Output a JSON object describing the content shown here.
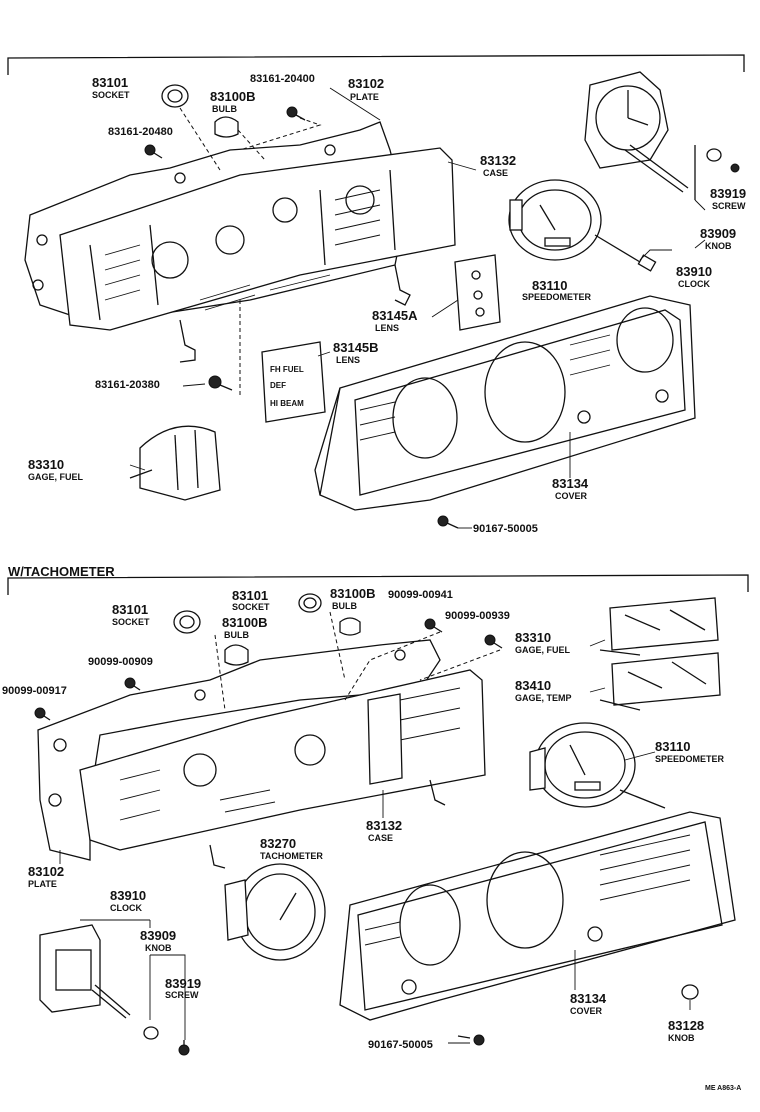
{
  "section2_title": "W/TACHOMETER",
  "footer_code": "ME A863-A",
  "lens_b_text": [
    "FH FUEL",
    "DEF",
    "HI BEAM"
  ],
  "top": {
    "socket": {
      "num": "83101",
      "name": "SOCKET"
    },
    "bulb": {
      "num": "83100B",
      "name": "BULB"
    },
    "screw_a": "83161-20400",
    "screw_b": "83161-20480",
    "screw_c": "83161-20380",
    "plate": {
      "num": "83102",
      "name": "PLATE"
    },
    "case": {
      "num": "83132",
      "name": "CASE"
    },
    "speedometer": {
      "num": "83110",
      "name": "SPEEDOMETER"
    },
    "lens_a": {
      "num": "83145A",
      "name": "LENS"
    },
    "lens_b": {
      "num": "83145B",
      "name": "LENS"
    },
    "screw": {
      "num": "83919",
      "name": "SCREW"
    },
    "knob": {
      "num": "83909",
      "name": "KNOB"
    },
    "clock": {
      "num": "83910",
      "name": "CLOCK"
    },
    "fuel": {
      "num": "83310",
      "name": "GAGE, FUEL"
    },
    "cover": {
      "num": "83134",
      "name": "COVER"
    },
    "cover_screw": "90167-50005"
  },
  "bottom": {
    "socket1": {
      "num": "83101",
      "name": "SOCKET"
    },
    "bulb1": {
      "num": "83100B",
      "name": "BULB"
    },
    "socket2": {
      "num": "83101",
      "name": "SOCKET"
    },
    "bulb2": {
      "num": "83100B",
      "name": "BULB"
    },
    "screw_941": "90099-00941",
    "screw_939": "90099-00939",
    "screw_909": "90099-00909",
    "screw_917": "90099-00917",
    "fuel": {
      "num": "83310",
      "name": "GAGE, FUEL"
    },
    "temp": {
      "num": "83410",
      "name": "GAGE, TEMP"
    },
    "speedometer": {
      "num": "83110",
      "name": "SPEEDOMETER"
    },
    "plate": {
      "num": "83102",
      "name": "PLATE"
    },
    "case": {
      "num": "83132",
      "name": "CASE"
    },
    "tachometer": {
      "num": "83270",
      "name": "TACHOMETER"
    },
    "clock": {
      "num": "83910",
      "name": "CLOCK"
    },
    "knob": {
      "num": "83909",
      "name": "KNOB"
    },
    "screw": {
      "num": "83919",
      "name": "SCREW"
    },
    "cover": {
      "num": "83134",
      "name": "COVER"
    },
    "cover_screw": "90167-50005",
    "knob2": {
      "num": "83128",
      "name": "KNOB"
    }
  }
}
